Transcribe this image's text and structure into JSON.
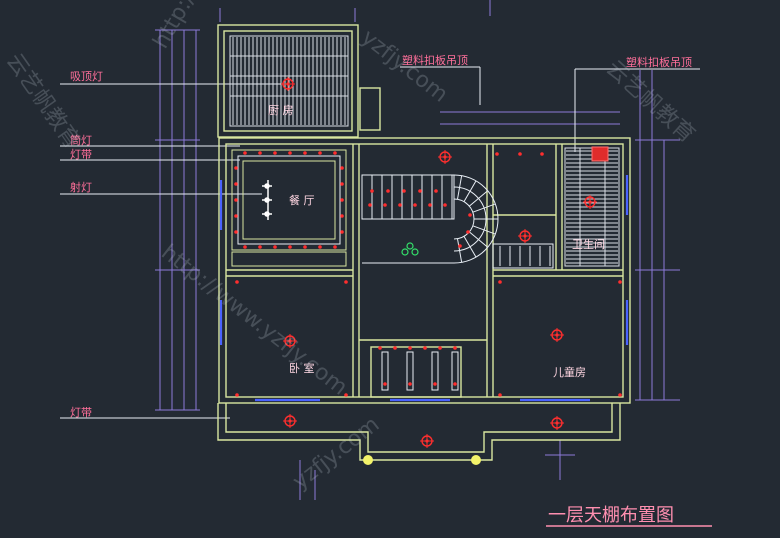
{
  "title": "一层天棚布置图",
  "labels": {
    "ceiling_light": "吸顶灯",
    "wall_light": "筒灯",
    "light_strip_top": "灯带",
    "spot_light": "射灯",
    "light_strip_bottom": "灯带",
    "plastic_ceiling_left": "塑料扣板吊顶",
    "plastic_ceiling_right": "塑料扣板吊顶"
  },
  "rooms": {
    "kitchen": "厨 房",
    "dining": "餐 厅",
    "bedroom": "卧 室",
    "kids_room": "儿童房",
    "bathroom": "卫生间"
  },
  "watermarks": [
    "http://www.yzfjy.com",
    "云艺帆教育",
    "yzfjy.com",
    "云艺帆教育",
    "http://www.yzfjy.com",
    "yzfjy.com"
  ],
  "colors": {
    "background": "#232a33",
    "wall": "#d9e6a0",
    "dim_line": "#8c7bd9",
    "label": "#ff6f9a",
    "light": "#ff2e2e",
    "green": "#33e06a",
    "yellow": "#f3f36a",
    "blue": "#4a63ff"
  }
}
